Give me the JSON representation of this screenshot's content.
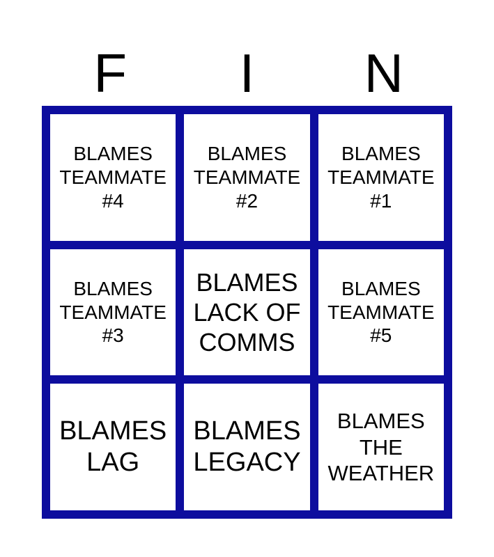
{
  "card": {
    "header_letters": [
      "F",
      "I",
      "N"
    ],
    "cells": [
      {
        "text": "BLAMES TEAMMATE #4"
      },
      {
        "text": "BLAMES TEAMMATE #2"
      },
      {
        "text": "BLAMES TEAMMATE #1"
      },
      {
        "text": "BLAMES TEAMMATE #3"
      },
      {
        "text": "BLAMES LACK OF COMMS"
      },
      {
        "text": "BLAMES TEAMMATE #5"
      },
      {
        "text": "BLAMES LAG"
      },
      {
        "text": "BLAMES LEGACY"
      },
      {
        "text": "BLAMES THE WEATHER"
      }
    ],
    "colors": {
      "grid_border": "#0d0d9e",
      "cell_background": "#ffffff",
      "text": "#000000",
      "page_background": "#ffffff"
    }
  }
}
